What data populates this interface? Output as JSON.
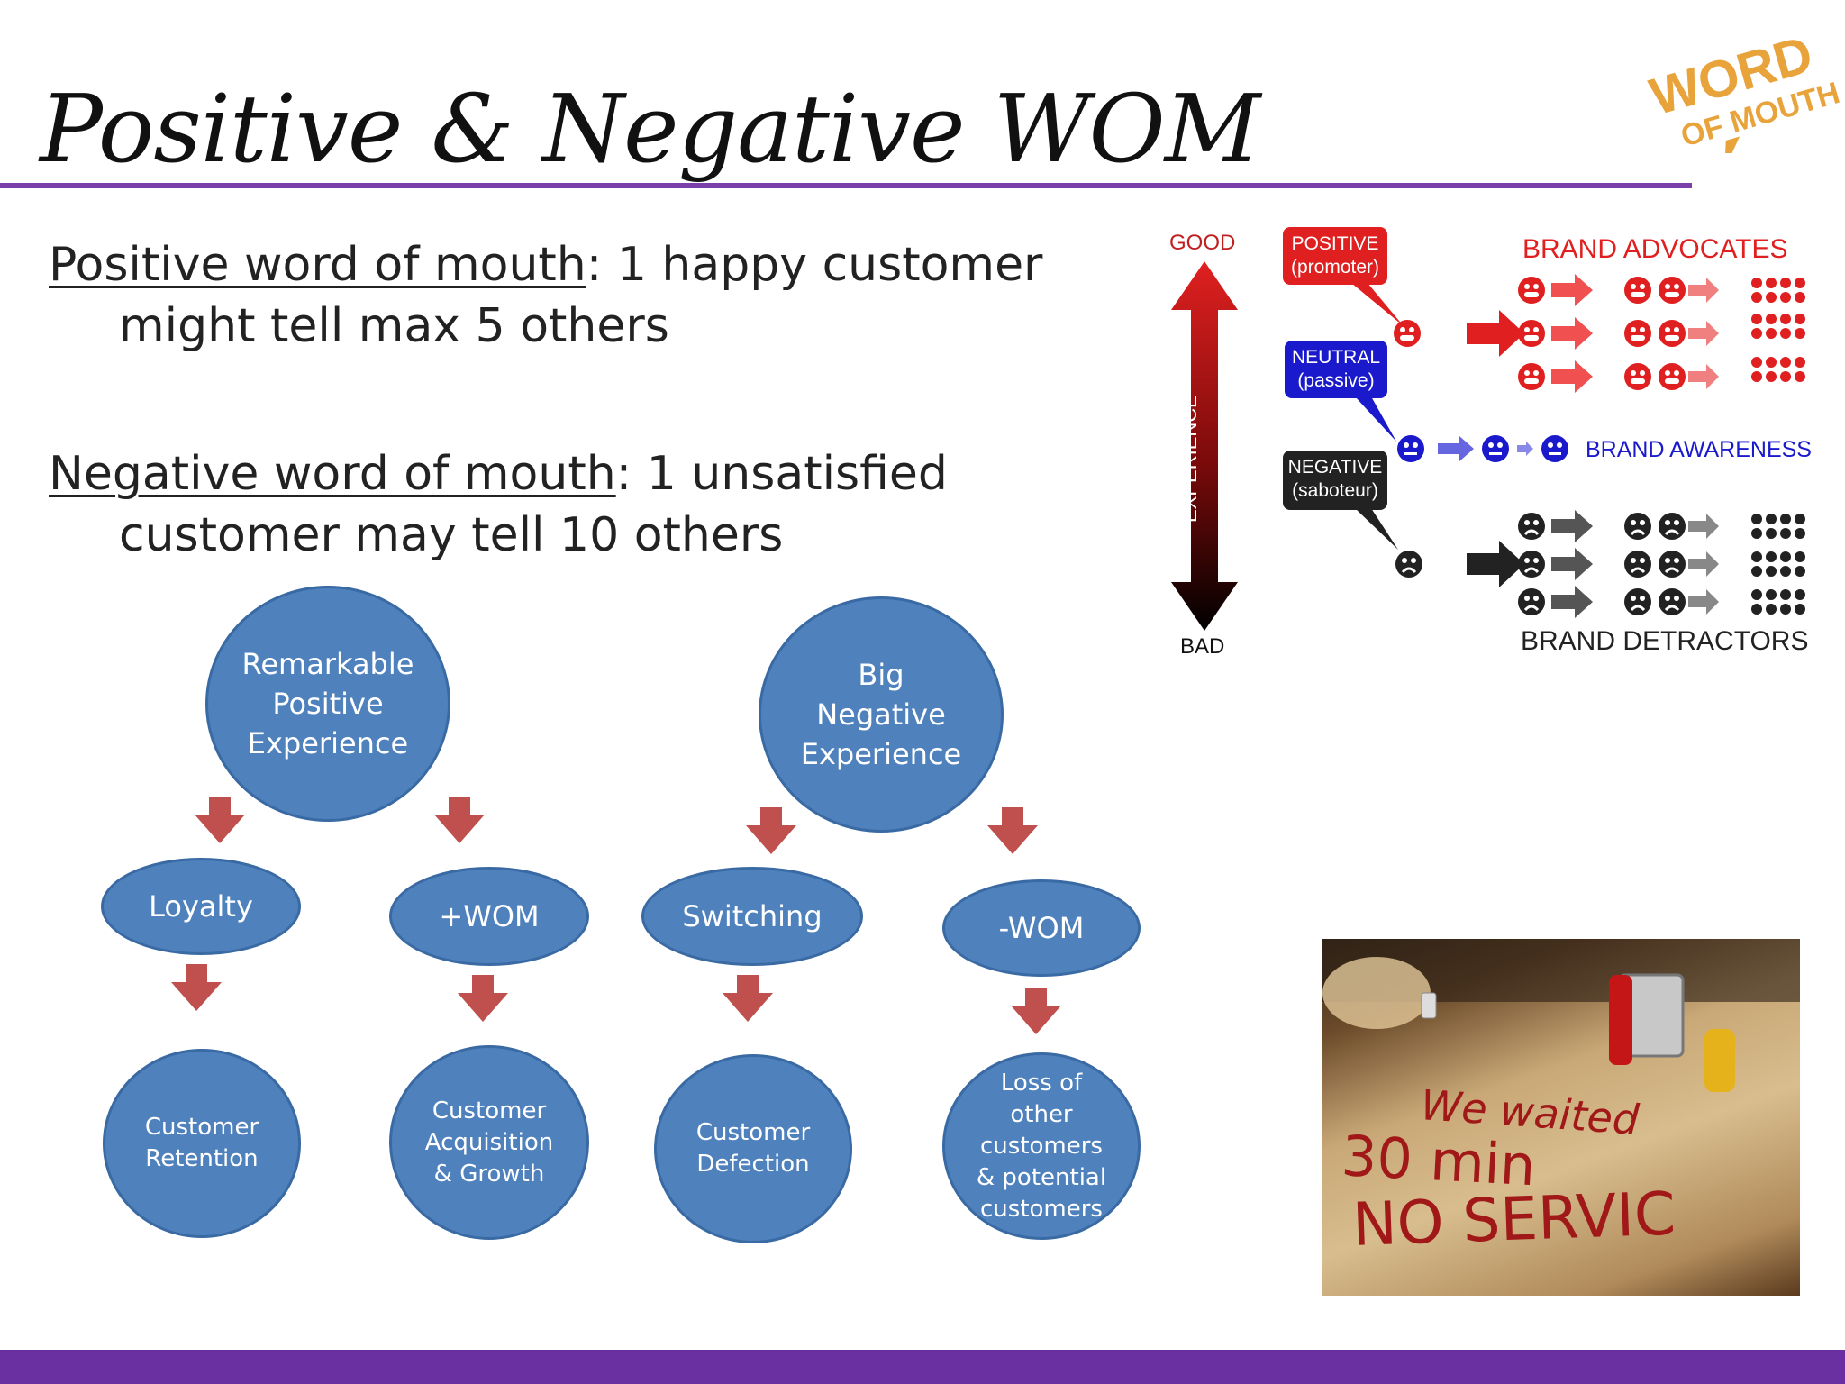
{
  "title": "Positive & Negative WOM",
  "logo": {
    "line1": "WORD",
    "line2": "OF MOUTH",
    "color": "#e8a33b"
  },
  "bullets": [
    {
      "term": "Positive word of mouth",
      "rest": ": 1 happy customer",
      "cont": "might tell max 5 others"
    },
    {
      "term": "Negative word of mouth",
      "rest": ": 1 unsatisfied",
      "cont": "customer may tell 10 others"
    }
  ],
  "flow": {
    "left_root": "Remarkable\nPositive\nExperience",
    "right_root": "Big\nNegative\nExperience",
    "ovals": [
      "Loyalty",
      "+WOM",
      "Switching",
      "-WOM"
    ],
    "outcomes": [
      "Customer\nRetention",
      "Customer\nAcquisition\n& Growth",
      "Customer\nDefection",
      "Loss of\nother\ncustomers\n& potential\ncustomers"
    ],
    "circle_color": "#4f81bd",
    "arrow_color": "#c0504d"
  },
  "wom_chart": {
    "good": "GOOD",
    "bad": "BAD",
    "axis": "EXPERIENCE",
    "positive": {
      "label": "POSITIVE",
      "sub": "(promoter)",
      "color": "#e02020"
    },
    "neutral": {
      "label": "NEUTRAL",
      "sub": "(passive)",
      "color": "#1a1acc"
    },
    "negative": {
      "label": "NEGATIVE",
      "sub": "(saboteur)",
      "color": "#222222"
    },
    "advocates": "BRAND ADVOCATES",
    "awareness": "BRAND AWARENESS",
    "detractors": "BRAND DETRACTORS"
  },
  "photo": {
    "line1": "We waited",
    "line2": "30 min",
    "line3": "NO SERVIC"
  }
}
